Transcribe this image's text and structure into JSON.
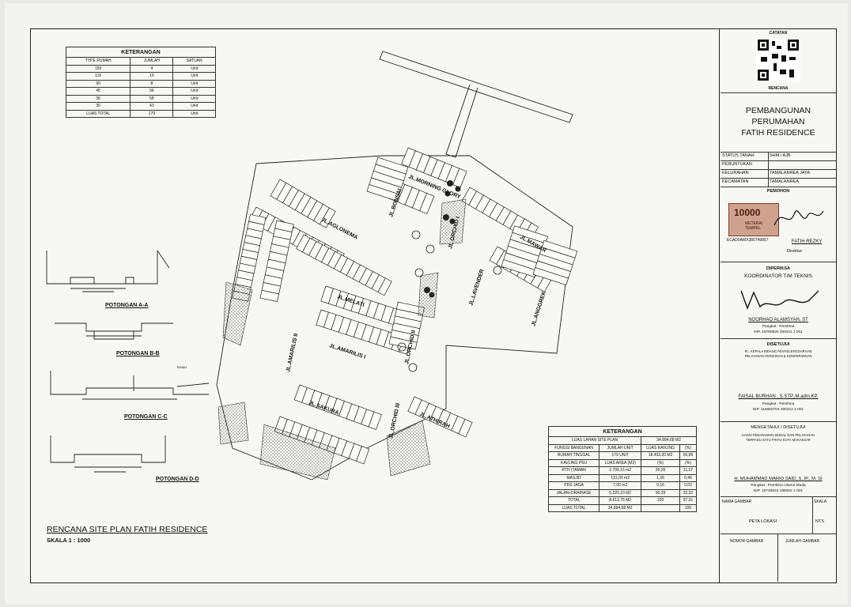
{
  "keterangan_top": {
    "title": "KETERANGAN",
    "headers": [
      "TYPE RUMAH",
      "JUMLAH",
      "SATUAN"
    ],
    "rows": [
      [
        "150",
        "4",
        "Unit"
      ],
      [
        "115",
        "10",
        "Unit"
      ],
      [
        "90",
        "8",
        "Unit"
      ],
      [
        "45",
        "56",
        "Unit"
      ],
      [
        "36",
        "58",
        "Unit"
      ],
      [
        "30",
        "43",
        "Unit"
      ]
    ],
    "total": [
      "LUAS TOTAL",
      "179",
      "Unit"
    ]
  },
  "sections": [
    "POTONGAN A-A",
    "POTONGAN B-B",
    "POTONGAN C-C",
    "POTONGAN D-D"
  ],
  "section_note": "TANAH",
  "main_title": "RENCANA SITE PLAN FATIH RESIDENCE",
  "scale_text": "SKALA 1 : 1000",
  "streets": [
    "JL.MORNING GLORY",
    "JL.AGLONEMA",
    "JL.BONSAI",
    "JL.ORCHID I",
    "JL.MAWAR",
    "JL.LAVENDER",
    "JL.ANGGREK",
    "JL.MELATI",
    "JL.AMARILIS I",
    "JL.AMARILIS II",
    "JL.ORCHID II",
    "JL.SAKURA",
    "JL.ORCHID III",
    "JL.ATHIRAH"
  ],
  "keterangan_bottom": {
    "title": "KETERANGAN",
    "luas_lahan": [
      "LUAS LAHAN SITE PLAN",
      "34.894,68 M2"
    ],
    "header_row": [
      "FUNGSI BANGUNAN",
      "JUMLAH UNIT",
      "LUAS KAVLING",
      "(%)"
    ],
    "rumah": [
      "RUMAH TINGGAL",
      "179 UNIT",
      "18.433,20 M2",
      "50,89"
    ],
    "header_row2": [
      "KAVLING PSU",
      "LUAS AREA (M2)",
      "(%)",
      "(%)"
    ],
    "psu_rows": [
      [
        "RTH (TAMAN",
        "2.799,15 m2",
        "20,26",
        "11,17"
      ],
      [
        "MASJID",
        "131,00 m2",
        "1,26",
        "0,46"
      ],
      [
        "PDS JAGA",
        "7,00 m2",
        "0,16",
        "0,03"
      ],
      [
        "JALAN+DRAINASE",
        "5.220,10 M2",
        "90,39",
        "32,32"
      ],
      [
        "TOTAL",
        "8.613,75 M2",
        "100",
        "97,31"
      ]
    ],
    "luas_total": [
      "LUAS TOTAL",
      "34.894,68 M2",
      "100"
    ]
  },
  "title_block": {
    "catatan": "CATATAN",
    "rencana": "RENCANA",
    "project": [
      "PEMBANGUNAN",
      "PERUMAHAN",
      "FATIH RESIDENCE"
    ],
    "info_rows": [
      [
        "STATUS TANAH",
        "SHM / AJB"
      ],
      [
        "PERUNTUKAN",
        ""
      ],
      [
        "KELURAHAN",
        "TAMALANREA JAYA"
      ],
      [
        "KECAMATAN",
        "TAMALANREA"
      ]
    ],
    "pemohon": "PEMOHON",
    "meterai_label": "METERAI TEMPEL",
    "meterai_value": "10000",
    "meterai_code": "ECAD0AMX380749857",
    "pemohon_name": "FATIH REZKY",
    "pemohon_role": "Direktur",
    "diperiksa": "DIPERIKSA",
    "koordinator": "KOORDINATOR TIM TEKNIS",
    "official1": {
      "name": "NOORHAQ ALAMSYAH, ST",
      "rank": "Pangkat : Pembina",
      "nip": "NIP. 19790820 200411 1 001"
    },
    "disetujui": "DISETUJUI",
    "kepala_bidang": [
      "PL. KEPALA BIDANG PENYELENGGARAAN",
      "PELAYANAN PERIZINAN & NONPERIZINAN"
    ],
    "official2": {
      "name": "FAISAL BURHAN , S.STP.,M.adm.KP.",
      "rank": "Pangkat : Pembina",
      "nip": "NIP. 116650704 200212 1 001"
    },
    "mengetahui": "MENGETAHUI / DISETUJUI",
    "kadis": [
      "KADIS PENANAMAN MODAL DAN PELAYANAN",
      "TERPADU SATU PINTU KOTA MAKASSAR"
    ],
    "official3": {
      "name": "H. MUHAMMAD MARIO SAID, S. IP., M. SI",
      "rank": "Pangkat : Pembina Utama Muda",
      "nip": "NIP. 19730523 199202 1 001"
    },
    "nama_gambar_label": "NAMA GAMBAR",
    "skala_label": "SKALA",
    "nama_gambar": "PETA LOKASI",
    "skala": "NTS",
    "nomor_gambar": "NOMOR GAMBAR",
    "jumlah_gambar": "JUMLAH GAMBAR"
  }
}
